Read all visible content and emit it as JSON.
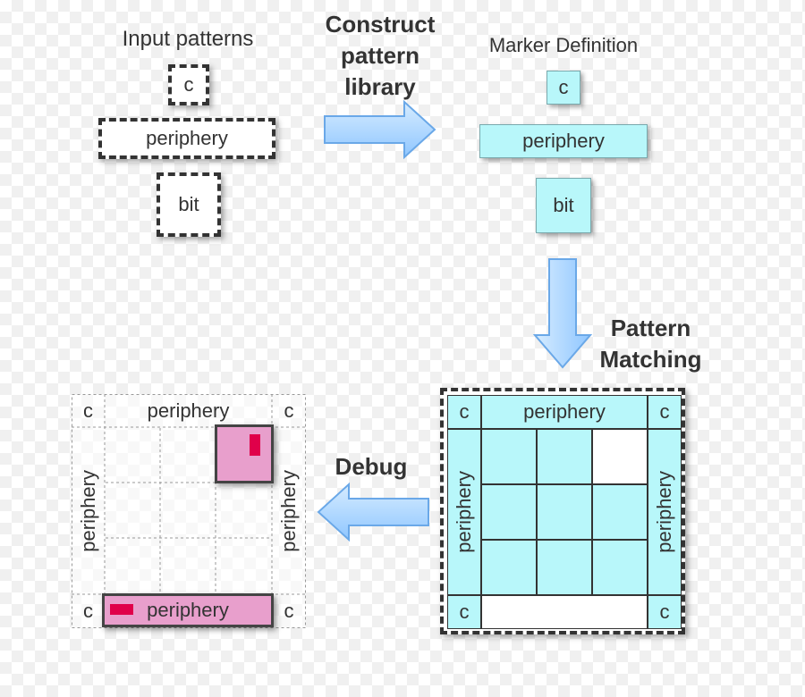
{
  "labels": {
    "input_patterns": "Input patterns",
    "construct_line1": "Construct",
    "construct_line2": "pattern",
    "construct_line3": "library",
    "marker_definition": "Marker Definition",
    "pattern_line1": "Pattern",
    "pattern_line2": "Matching",
    "debug": "Debug"
  },
  "patterns": {
    "c": "c",
    "periphery": "periphery",
    "bit": "bit"
  },
  "colors": {
    "cyan": "#b8f7fa",
    "pink": "#e89fcc",
    "red": "#e0004a",
    "arrow": "#a9d5ff"
  }
}
